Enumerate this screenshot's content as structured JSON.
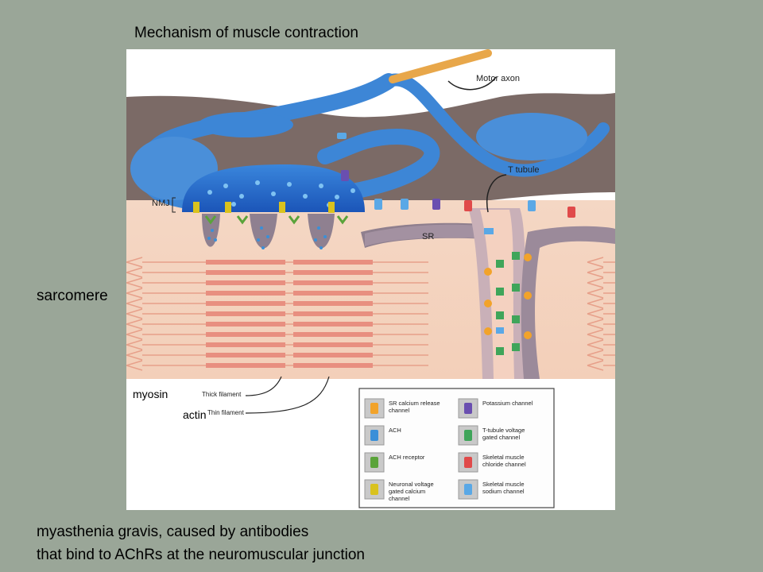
{
  "slide": {
    "title": "Mechanism of muscle contraction",
    "side_label": "sarcomere",
    "caption_line1": "myasthenia gravis, caused by antibodies",
    "caption_line2": "that bind to AChRs at the neuromuscular junction",
    "label_myosin": "myosin",
    "label_actin": "actin"
  },
  "diagram": {
    "motor_axon": "Motor axon",
    "t_tubule": "T tubule",
    "nmj": "NMJ",
    "sr": "SR",
    "thick_filament": "Thick filament",
    "thin_filament": "Thin filament"
  },
  "legend": {
    "items": [
      {
        "label1": "SR calcium release",
        "label2": "channel",
        "label3": "",
        "color": "#f2a32a",
        "icon": "sr-calcium-release-icon"
      },
      {
        "label1": "Potassium channel",
        "label2": "",
        "label3": "",
        "color": "#6a4fb0",
        "icon": "potassium-channel-icon"
      },
      {
        "label1": "ACH",
        "label2": "",
        "label3": "",
        "color": "#3a8fd8",
        "icon": "ach-icon"
      },
      {
        "label1": "T-tubule voltage",
        "label2": "gated channel",
        "label3": "",
        "color": "#3fa55a",
        "icon": "t-tubule-channel-icon"
      },
      {
        "label1": "ACH receptor",
        "label2": "",
        "label3": "",
        "color": "#5aa33a",
        "icon": "ach-receptor-icon"
      },
      {
        "label1": "Skeletal muscle",
        "label2": "chloride channel",
        "label3": "",
        "color": "#e04a4a",
        "icon": "chloride-channel-icon"
      },
      {
        "label1": "Neuronal voltage",
        "label2": "gated calcium",
        "label3": "channel",
        "color": "#d9c21e",
        "icon": "neuronal-calcium-channel-icon"
      },
      {
        "label1": "Skeletal muscle",
        "label2": "sodium channel",
        "label3": "",
        "color": "#5aa8e6",
        "icon": "sodium-channel-icon"
      }
    ]
  }
}
